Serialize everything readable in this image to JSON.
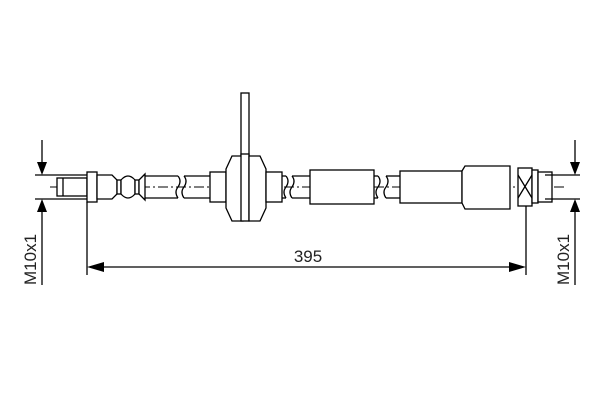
{
  "drawing": {
    "subject": "brake-hose",
    "length_dimension": "395",
    "left_thread_label": "M10x1",
    "right_thread_label": "M10x1",
    "colors": {
      "line": "#000000",
      "background": "#ffffff",
      "text": "#222222"
    }
  }
}
